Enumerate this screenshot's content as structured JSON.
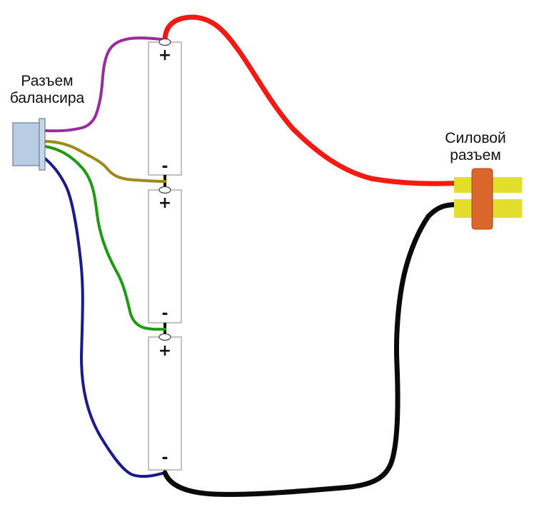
{
  "labels": {
    "balancer_connector": "Разъем\nбалансира",
    "power_connector": "Силовой\nразъем"
  },
  "cells": [
    {
      "name": "cell-1",
      "plus": "+",
      "minus": "-"
    },
    {
      "name": "cell-2",
      "plus": "+",
      "minus": "-"
    },
    {
      "name": "cell-3",
      "plus": "+",
      "minus": "-"
    }
  ],
  "colors": {
    "wire_red": "#f21a12",
    "wire_black": "#0a0a0a",
    "wire_purple": "#9a2a9e",
    "wire_olive": "#9c8a18",
    "wire_green": "#1f9a12",
    "wire_blue": "#1a1a8c",
    "balancer_body": "#b8cde4",
    "power_connector_body": "#d9662a",
    "power_connector_pins": "#e3de2c"
  }
}
